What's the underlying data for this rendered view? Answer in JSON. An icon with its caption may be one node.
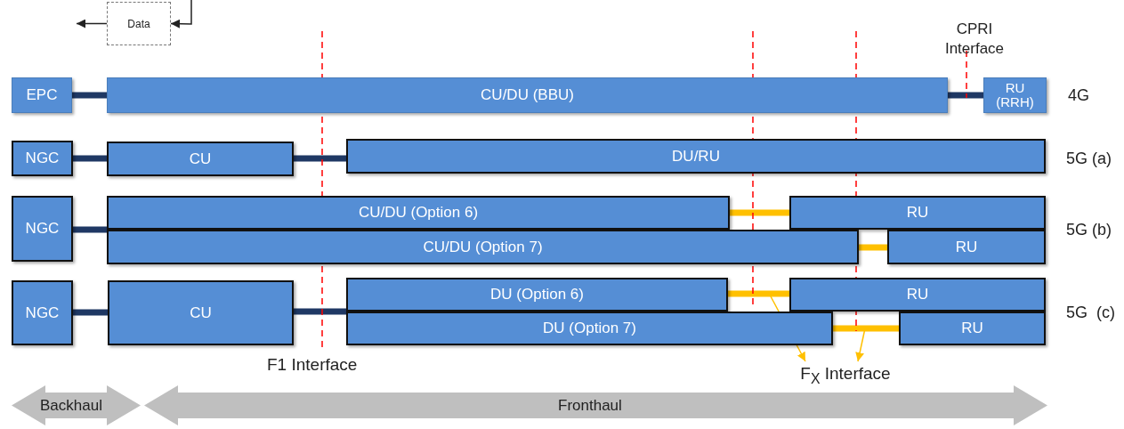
{
  "diagram": {
    "nodes": [
      {
        "text": [
          "EPC"
        ]
      },
      {
        "text": [
          "CU/DU (BBU)"
        ]
      },
      {
        "text": [
          "RU (RRH)"
        ]
      },
      {
        "text": [
          "NGC"
        ]
      },
      {
        "text": [
          "CU"
        ]
      },
      {
        "text": [
          "DU/RU"
        ]
      },
      {
        "text": [
          "NGC"
        ]
      },
      {
        "text": [
          "CU/DU (Option 6)"
        ]
      },
      {
        "text": [
          "RU"
        ]
      },
      {
        "text": [
          "CU/DU (Option 7)"
        ]
      },
      {
        "text": [
          "RU"
        ]
      },
      {
        "text": [
          "NGC"
        ]
      },
      {
        "text": [
          "CU"
        ]
      },
      {
        "text": [
          "DU (Option 6)"
        ]
      },
      {
        "text": [
          "RU"
        ]
      },
      {
        "text": [
          "DU (Option 7)"
        ]
      },
      {
        "text": [
          "RU"
        ]
      },
      {
        "text": [
          "Data"
        ]
      },
      {
        "text": [
          "F$_{X}$ Interface"
        ]
      }
    ],
    "edges": [
      {
        "from": 0,
        "to": 1,
        "arrow": "none"
      },
      {
        "from": 1,
        "to": 2,
        "arrow": "none"
      },
      {
        "from": 3,
        "to": 4,
        "arrow": "none"
      },
      {
        "from": 4,
        "to": 5,
        "arrow": "none"
      },
      {
        "from": 6,
        "to": 7,
        "arrow": "none"
      },
      {
        "from": 7,
        "to": 8,
        "arrow": "none",
        "color": "#ffc000"
      },
      {
        "from": 9,
        "to": 10,
        "arrow": "none",
        "color": "#ffc000"
      },
      {
        "from": 11,
        "to": 12,
        "arrow": "none"
      },
      {
        "from": 12,
        "to": 13,
        "arrow": "none"
      },
      {
        "from": 13,
        "to": 14,
        "arrow": "none",
        "color": "#ffc000"
      },
      {
        "from": 15,
        "to": 16,
        "arrow": "none",
        "color": "#ffc000"
      },
      {
        "from": null,
        "to": 18,
        "arrow": "to",
        "color": "#ffc000"
      },
      {
        "from": null,
        "to": 18,
        "arrow": "to",
        "color": "#ffc000"
      },
      {
        "from": null,
        "to": 17,
        "arrow": "to"
      },
      {
        "from": 17,
        "to": null,
        "arrow": "to"
      }
    ],
    "labels": [
      "CPRI Interface",
      "4G",
      "5G (a)",
      "5G (b)",
      "5G  (c)",
      "F1 Interface",
      "Backhaul",
      "Fronthaul"
    ]
  }
}
